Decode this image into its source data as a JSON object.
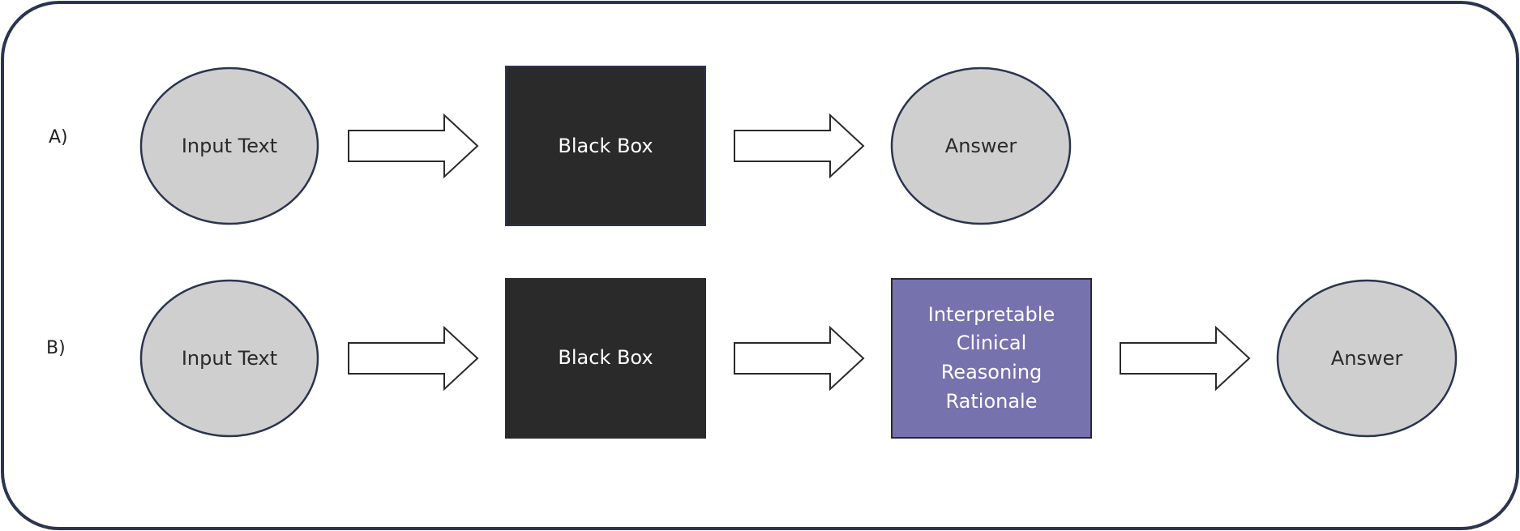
{
  "rows": [
    {
      "label": "A)",
      "nodes": [
        "Input Text",
        "Black Box",
        "Answer"
      ]
    },
    {
      "label": "B)",
      "nodes": [
        "Input Text",
        "Black Box",
        "Interpretable Clinical Reasoning Rationale",
        "Answer"
      ]
    }
  ],
  "rationale_lines": [
    "Interpretable",
    "Clinical",
    "Reasoning",
    "Rationale"
  ],
  "colors": {
    "frame": "#2b3550",
    "ellipse_fill": "#d0cfcf",
    "ellipse_stroke": "#2b3550",
    "black_box": "#2a2a2a",
    "rationale_box": "#7672ad",
    "arrow_fill": "#ffffff",
    "arrow_stroke": "#2a2a2a"
  }
}
